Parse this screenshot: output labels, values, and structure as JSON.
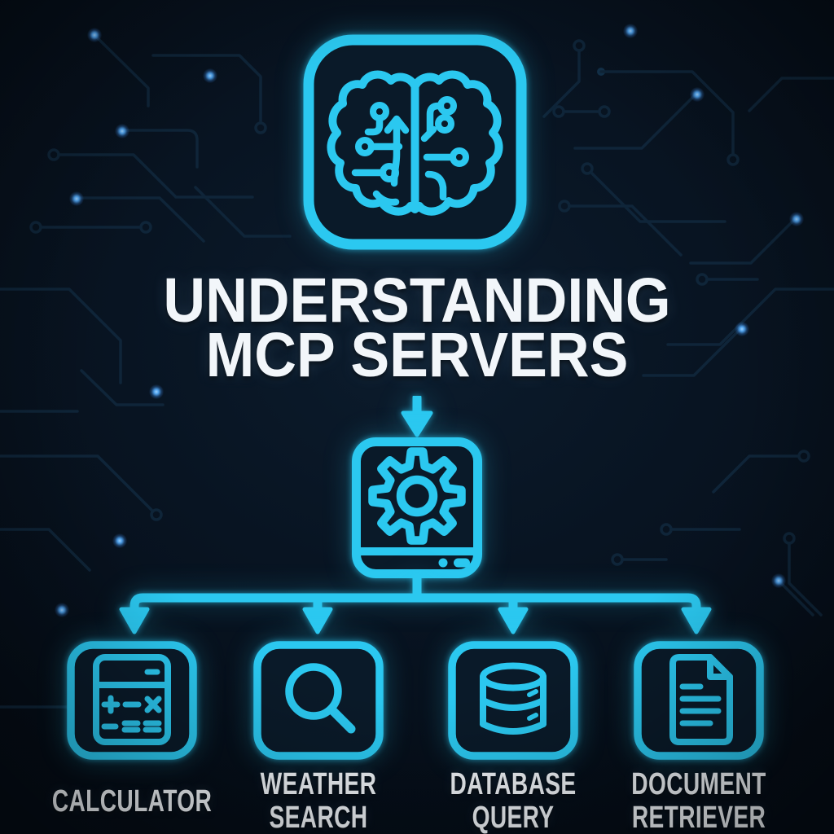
{
  "poster": {
    "colors": {
      "accent_cyan": "#2bc8f0",
      "background_navy": "#071420",
      "text_white": "#f2f6fa",
      "circuit_trace": "#0f2539",
      "glow_dot": "#4ea0ea"
    },
    "brain_badge": {
      "icon": "circuit-brain-icon"
    },
    "title": {
      "line1": "UNDERSTANDING",
      "line2": "MCP SERVERS"
    },
    "flow": {
      "down_arrow_icon": "arrow-down-icon",
      "hub_icon": "server-gear-icon"
    },
    "tools": [
      {
        "icon": "calculator-icon",
        "label": "CALCULATOR"
      },
      {
        "icon": "search-magnifier-icon",
        "label": "WEATHER\nSEARCH"
      },
      {
        "icon": "database-icon",
        "label": "DATABASE\nQUERY"
      },
      {
        "icon": "document-icon",
        "label": "DOCUMENT\nRETRIEVER"
      }
    ]
  }
}
